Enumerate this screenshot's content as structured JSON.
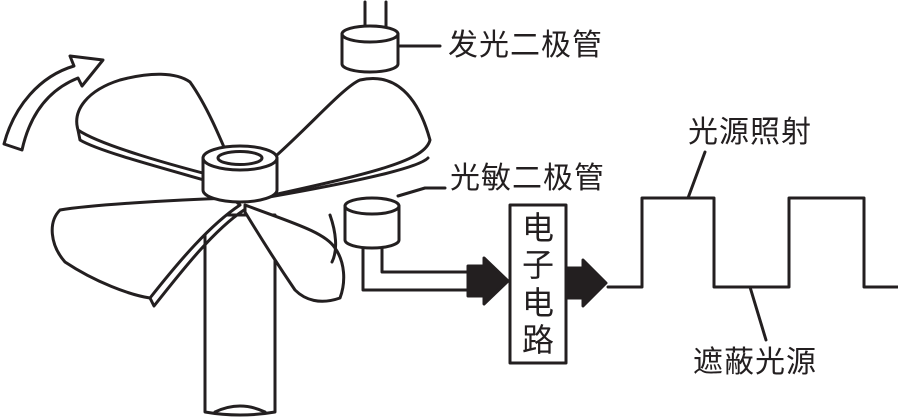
{
  "labels": {
    "led": "发光二极管",
    "photodiode": "光敏二极管",
    "circuit": [
      "电",
      "子",
      "电",
      "路"
    ],
    "light_on": "光源照射",
    "light_blocked": "遮蔽光源"
  },
  "colors": {
    "stroke": "#231f20",
    "fill": "#ffffff"
  }
}
